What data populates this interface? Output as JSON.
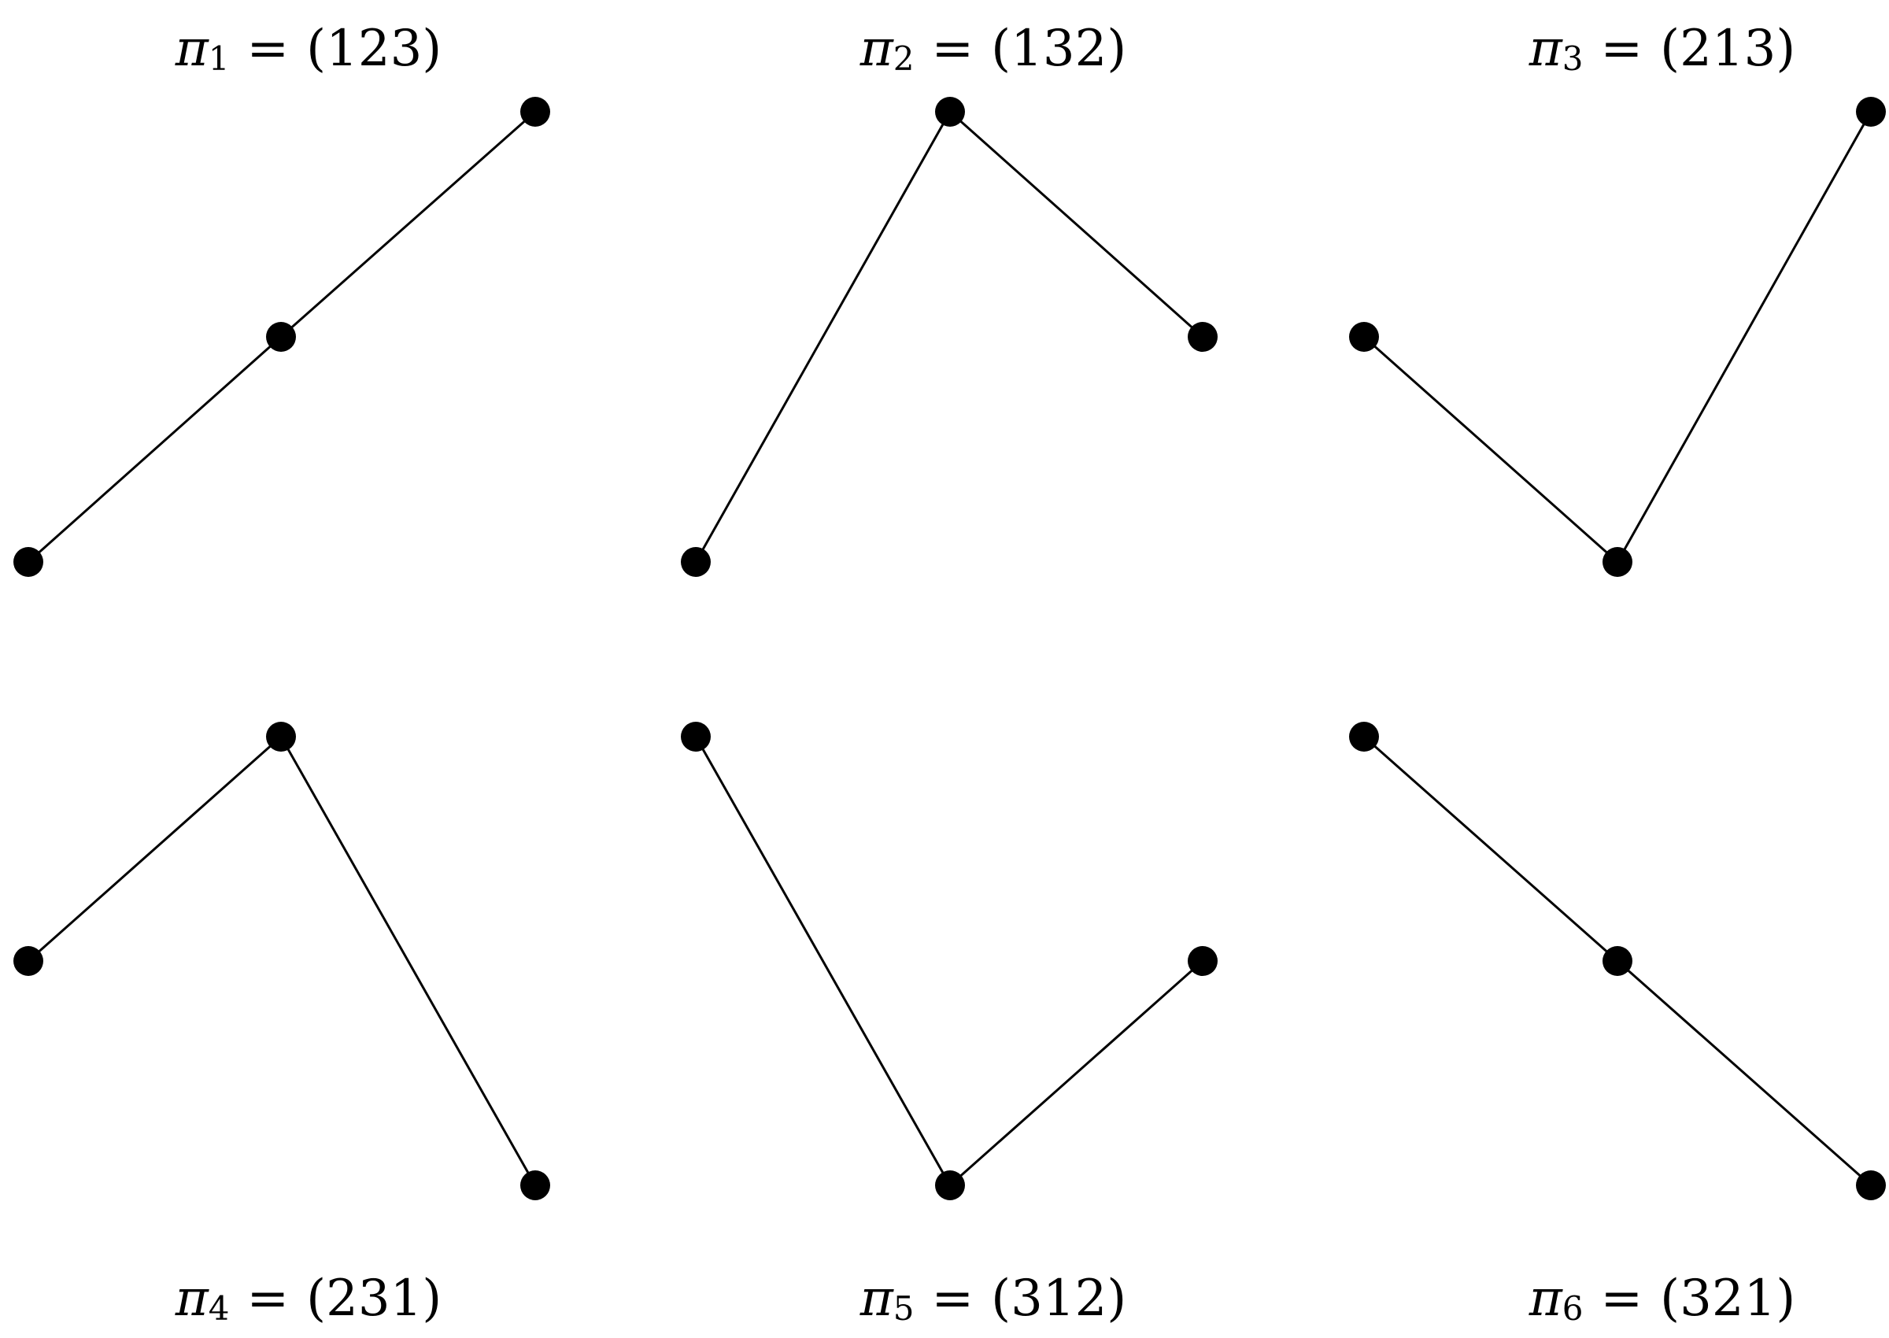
{
  "permutations": [
    {
      "symbol": "π",
      "index": "1",
      "notation": "(123)",
      "sequence": [
        1,
        2,
        3
      ]
    },
    {
      "symbol": "π",
      "index": "2",
      "notation": "(132)",
      "sequence": [
        1,
        3,
        2
      ]
    },
    {
      "symbol": "π",
      "index": "3",
      "notation": "(213)",
      "sequence": [
        2,
        1,
        3
      ]
    },
    {
      "symbol": "π",
      "index": "4",
      "notation": "(231)",
      "sequence": [
        2,
        3,
        1
      ]
    },
    {
      "symbol": "π",
      "index": "5",
      "notation": "(312)",
      "sequence": [
        3,
        1,
        2
      ]
    },
    {
      "symbol": "π",
      "index": "6",
      "notation": "(321)",
      "sequence": [
        3,
        2,
        1
      ]
    }
  ],
  "equals": "="
}
